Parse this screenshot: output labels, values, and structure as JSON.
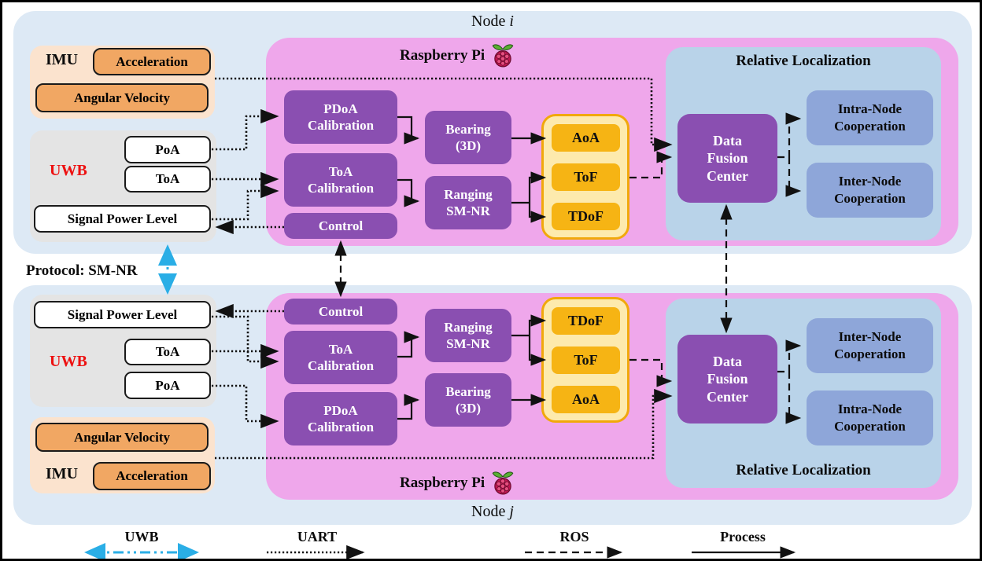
{
  "palette": {
    "node_background": "#dde9f5",
    "raspberry_pink": "#efa7eb",
    "module_purple": "#8a4fb1",
    "relative_localization_blue": "#b9d3e9",
    "cooperation_blue": "#8ea6d9",
    "measurement_yellow_bg": "#fdeaad",
    "measurement_yellow_border": "#f1a80b",
    "measurement_gold": "#f6b414",
    "imu_peach": "#fbe3ce",
    "imu_orange": "#f1a763",
    "uwb_gray": "#e4e4e4",
    "uwb_red_text": "#ed1111",
    "uwb_link_cyan": "#2aaee6"
  },
  "node_i": {
    "title": "Node",
    "title_var": "i",
    "imu_label": "IMU",
    "acceleration": "Acceleration",
    "angular_velocity": "Angular Velocity",
    "uwb_label": "UWB",
    "poa": "PoA",
    "toa": "ToA",
    "signal_power": "Signal Power Level",
    "rpi_label": "Raspberry Pi",
    "pdoa_cal": "PDoA\nCalibration",
    "toa_cal": "ToA\nCalibration",
    "control": "Control",
    "bearing": "Bearing\n(3D)",
    "ranging": "Ranging\nSM-NR",
    "aoa": "AoA",
    "tof": "ToF",
    "tdof": "TDoF",
    "relloc_label": "Relative Localization",
    "dfc": "Data\nFusion\nCenter",
    "intra": "Intra-Node\nCooperation",
    "inter": "Inter-Node\nCooperation"
  },
  "node_j": {
    "title": "Node",
    "title_var": "j",
    "imu_label": "IMU",
    "acceleration": "Acceleration",
    "angular_velocity": "Angular Velocity",
    "uwb_label": "UWB",
    "poa": "PoA",
    "toa": "ToA",
    "signal_power": "Signal Power Level",
    "rpi_label": "Raspberry Pi",
    "pdoa_cal": "PDoA\nCalibration",
    "toa_cal": "ToA\nCalibration",
    "control": "Control",
    "bearing": "Bearing\n(3D)",
    "ranging": "Ranging\nSM-NR",
    "aoa": "AoA",
    "tof": "ToF",
    "tdof": "TDoF",
    "relloc_label": "Relative Localization",
    "dfc": "Data\nFusion\nCenter",
    "intra": "Intra-Node\nCooperation",
    "inter": "Inter-Node\nCooperation"
  },
  "protocol_label": "Protocol: SM-NR",
  "legend": {
    "uwb": "UWB",
    "uart": "UART",
    "ros": "ROS",
    "process": "Process"
  }
}
